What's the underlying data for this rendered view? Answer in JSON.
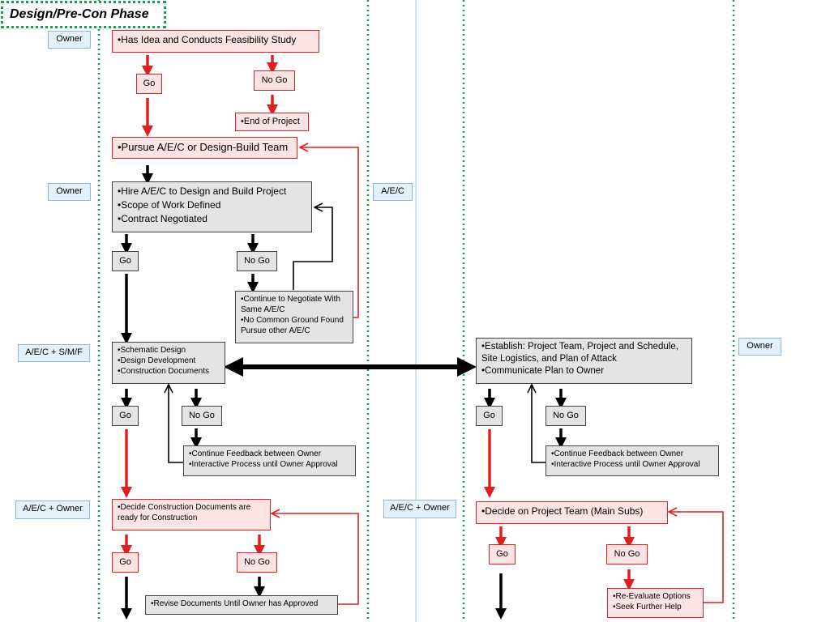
{
  "phase_title": "Design/Pre-Con Phase",
  "colors": {
    "lane_divider": "#14a050",
    "flow_red": "#e02020",
    "flow_black": "#000000",
    "role_fill": "#e3f1fb"
  },
  "roles": {
    "owner_1": "Owner",
    "owner_2": "Owner",
    "aec_1": "A/E/C",
    "aec_sf": "A/E/C + S/M/F",
    "owner_right": "Owner",
    "aec_owner_left": "A/E/C + Owner",
    "aec_owner_mid": "A/E/C + Owner"
  },
  "nodes": {
    "feasibility": "•Has Idea and Conducts Feasibility Study",
    "go_1": "Go",
    "nogo_1": "No Go",
    "end_project": "•End of Project",
    "pursue_team": "•Pursue A/E/C or Design-Build Team",
    "hire_aec": "•Hire A/E/C to Design and Build Project\n•Scope of Work Defined\n•Contract Negotiated",
    "go_2": "Go",
    "nogo_2": "No Go",
    "continue_negotiate": "•Continue to Negotiate With Same A/E/C\n•No Common Ground Found Pursue other A/E/C",
    "schematic": "•Schematic Design\n•Design Development\n•Construction Documents",
    "go_3": "Go",
    "nogo_3": "No Go",
    "feedback_left": "•Continue Feedback between Owner\n•Interactive Process until Owner Approval",
    "establish": "•Establish: Project Team, Project and Schedule, Site Logistics, and Plan of Attack\n•Communicate Plan to Owner",
    "go_4": "Go",
    "nogo_4": "No Go",
    "feedback_right": "•Continue Feedback between Owner\n•Interactive Process until Owner Approval",
    "decide_cd": "•Decide Construction Documents are ready for Construction",
    "go_5": "Go",
    "nogo_5": "No Go",
    "revise_docs": "•Revise Documents Until Owner has Approved",
    "decide_team": "•Decide on Project Team (Main Subs)",
    "go_6": "Go",
    "nogo_6": "No Go",
    "reevaluate": "•Re-Evaluate Options\n•Seek Further Help"
  }
}
